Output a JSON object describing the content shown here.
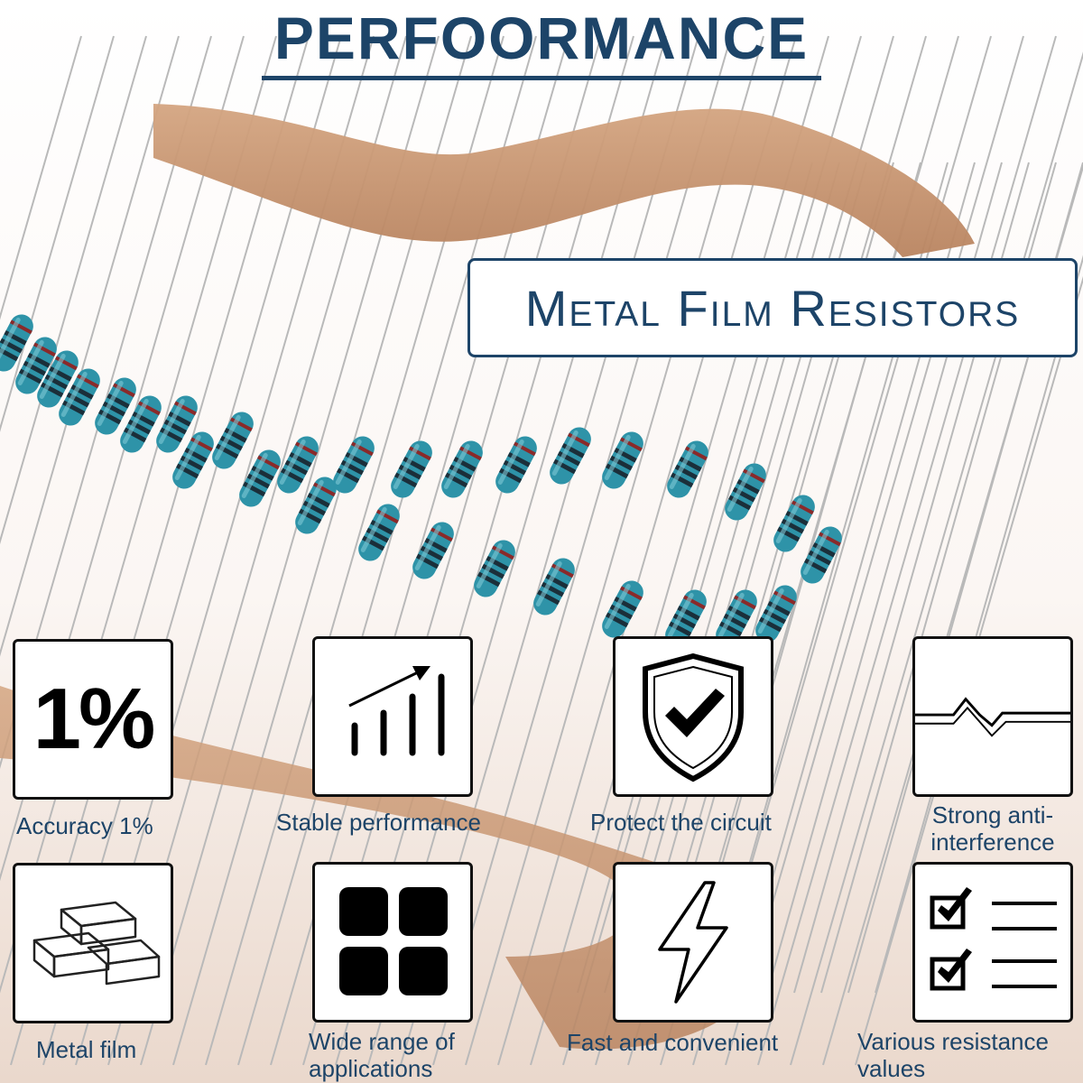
{
  "header": {
    "title": "PERFOORMANCE"
  },
  "banner": {
    "text": "Metal Film Resistors"
  },
  "features": [
    {
      "icon": "percent-icon",
      "badge": "1%",
      "caption": "Accuracy 1%"
    },
    {
      "icon": "growth-chart-icon",
      "caption": "Stable performance"
    },
    {
      "icon": "shield-check-icon",
      "caption": "Protect the circuit"
    },
    {
      "icon": "interference-wave-icon",
      "caption_lines": [
        "Strong anti-",
        "interference"
      ]
    },
    {
      "icon": "metal-bars-icon",
      "caption": "Metal film"
    },
    {
      "icon": "grid-icon",
      "caption_lines": [
        "Wide range of",
        "applications"
      ]
    },
    {
      "icon": "lightning-icon",
      "caption": "Fast and convenient"
    },
    {
      "icon": "checklist-icon",
      "caption_lines": [
        "Various resistance",
        "values"
      ]
    }
  ],
  "colors": {
    "title": "#1d4468",
    "tape": "#c79670",
    "resistor_body": "#2e93a8",
    "resistor_band": "#7a2a2a",
    "background_tint": "#ecdcd0"
  }
}
